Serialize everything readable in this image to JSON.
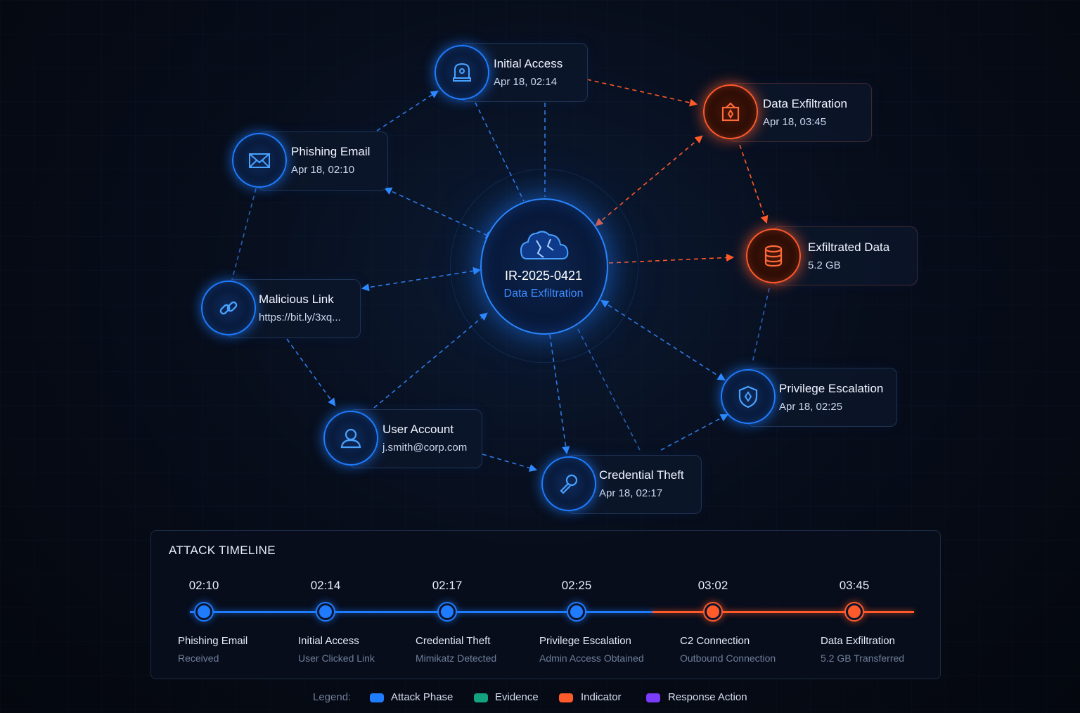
{
  "incident": {
    "id": "IR-2025-0421",
    "type": "Data Exfiltration"
  },
  "nodes": {
    "initial_access": {
      "title": "Initial Access",
      "sub": "Apr 18, 02:14",
      "icon": "badge-icon"
    },
    "phishing_email": {
      "title": "Phishing Email",
      "sub": "Apr 18, 02:10",
      "icon": "envelope-icon"
    },
    "malicious_link": {
      "title": "Malicious Link",
      "sub": "https://bit.ly/3xq...",
      "icon": "link-icon"
    },
    "user_account": {
      "title": "User Account",
      "sub": "j.smith@corp.com",
      "icon": "user-icon"
    },
    "credential_theft": {
      "title": "Credential Theft",
      "sub": "Apr 18, 02:17",
      "icon": "key-icon"
    },
    "privilege_escalation": {
      "title": "Privilege Escalation",
      "sub": "Apr 18, 02:25",
      "icon": "shield-icon"
    },
    "exfiltrated_data": {
      "title": "Exfiltrated Data",
      "sub": "5.2 GB",
      "icon": "database-icon"
    },
    "data_exfiltration": {
      "title": "Data Exfiltration",
      "sub": "Apr 18, 03:45",
      "icon": "package-icon"
    }
  },
  "timeline": {
    "heading": "ATTACK TIMELINE",
    "events": [
      {
        "time": "02:10",
        "label": "Phishing Email",
        "sub": "Received",
        "kind": "attack"
      },
      {
        "time": "02:14",
        "label": "Initial Access",
        "sub": "User Clicked Link",
        "kind": "attack"
      },
      {
        "time": "02:17",
        "label": "Credential Theft",
        "sub": "Mimikatz Detected",
        "kind": "attack"
      },
      {
        "time": "02:25",
        "label": "Privilege Escalation",
        "sub": "Admin Access Obtained",
        "kind": "attack"
      },
      {
        "time": "03:02",
        "label": "C2 Connection",
        "sub": "Outbound Connection",
        "kind": "indicator"
      },
      {
        "time": "03:45",
        "label": "Data Exfiltration",
        "sub": "5.2 GB Transferred",
        "kind": "indicator"
      }
    ]
  },
  "legend": {
    "title": "Legend:",
    "items": [
      {
        "label": "Attack Phase",
        "color": "#1f7cff"
      },
      {
        "label": "Evidence",
        "color": "#14a37f"
      },
      {
        "label": "Indicator",
        "color": "#ff5a2a"
      },
      {
        "label": "Response Action",
        "color": "#7a3cff"
      }
    ]
  },
  "colors": {
    "attack": "#1f7cff",
    "indicator": "#ff5a2a",
    "background": "#060b16"
  }
}
